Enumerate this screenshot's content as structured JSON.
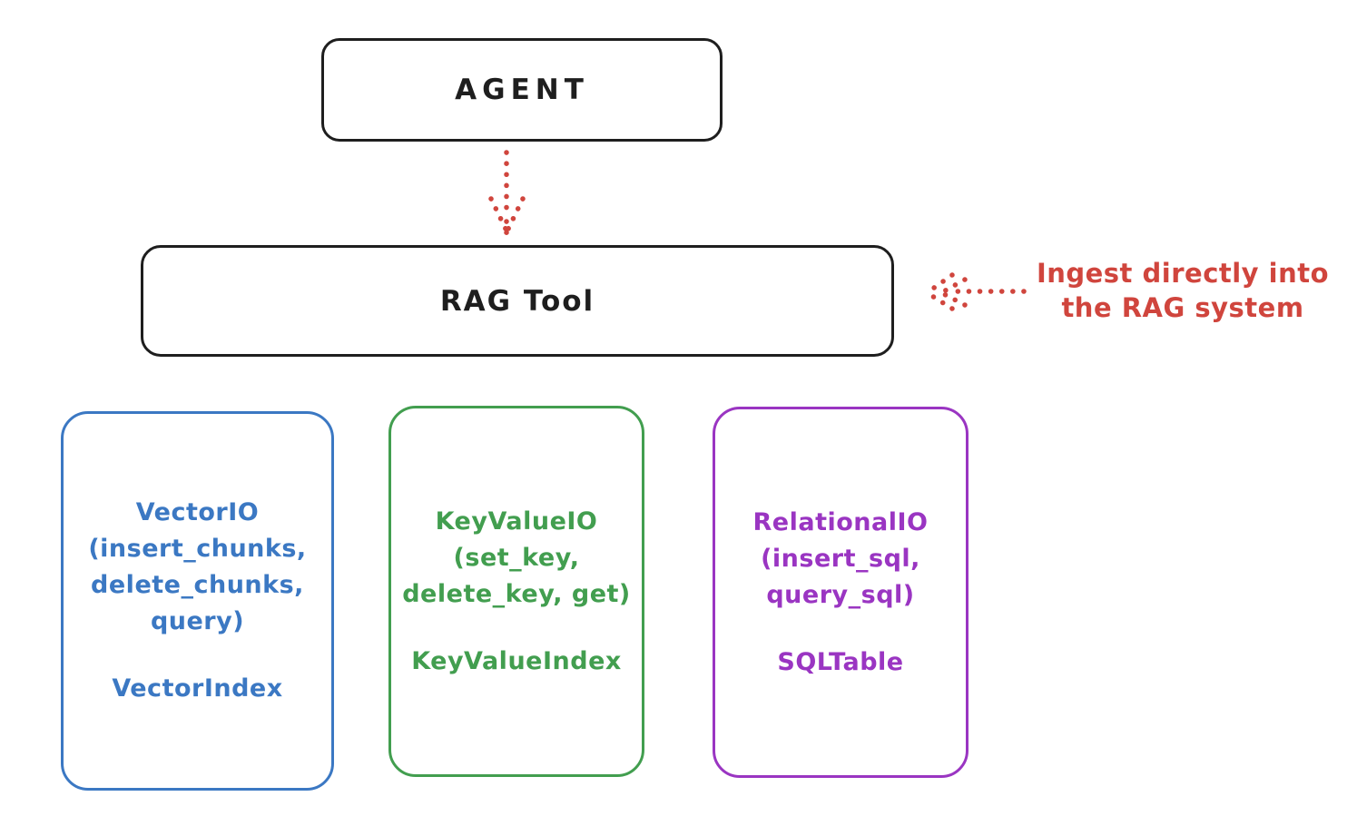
{
  "colors": {
    "background": "#ffffff",
    "ink": "#1e1e1e",
    "red": "#d0453d",
    "blue": "#3b78c3",
    "green": "#429e4f",
    "purple": "#9a35c2"
  },
  "agent_box": {
    "label": "AGENT"
  },
  "rag_tool_box": {
    "label": "RAG Tool"
  },
  "annotation": {
    "line1": "Ingest directly into",
    "line2": "the RAG system"
  },
  "arrows": [
    {
      "name": "agent-to-rag-tool",
      "style": "dotted",
      "color": "#d0453d",
      "direction": "down"
    },
    {
      "name": "ingest-into-rag",
      "style": "dotted",
      "color": "#d0453d",
      "direction": "left"
    }
  ],
  "io_boxes": [
    {
      "id": "vector-io",
      "color": "#3b78c3",
      "lines": [
        "VectorIO",
        "(insert_chunks,",
        "delete_chunks,",
        "query)"
      ],
      "index_label": "VectorIndex"
    },
    {
      "id": "keyvalue-io",
      "color": "#429e4f",
      "lines": [
        "KeyValueIO",
        "(set_key,",
        "delete_key, get)"
      ],
      "index_label": "KeyValueIndex"
    },
    {
      "id": "relational-io",
      "color": "#9a35c2",
      "lines": [
        "RelationalIO",
        "(insert_sql,",
        "query_sql)"
      ],
      "index_label": "SQLTable"
    }
  ]
}
